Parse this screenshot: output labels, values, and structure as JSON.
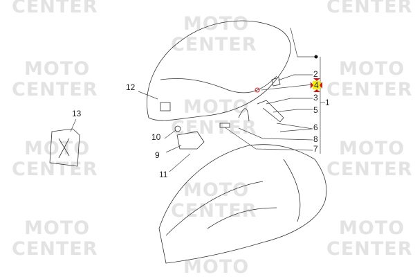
{
  "watermark": "MOTO CENTER",
  "watermark_words": [
    "MOTO",
    "CENTER"
  ],
  "callouts": [
    {
      "id": "1",
      "label": "1"
    },
    {
      "id": "2",
      "label": "2"
    },
    {
      "id": "3",
      "label": "3"
    },
    {
      "id": "4",
      "label": "4",
      "highlighted": true
    },
    {
      "id": "5",
      "label": "5"
    },
    {
      "id": "6",
      "label": "6"
    },
    {
      "id": "7",
      "label": "7"
    },
    {
      "id": "8",
      "label": "8"
    },
    {
      "id": "9",
      "label": "9"
    },
    {
      "id": "10",
      "label": "10"
    },
    {
      "id": "11",
      "label": "11"
    },
    {
      "id": "12",
      "label": "12"
    },
    {
      "id": "13",
      "label": "13"
    }
  ],
  "colors": {
    "highlight": "#f5f000",
    "marker": "#e01010",
    "watermark": "#e3e3e3"
  }
}
